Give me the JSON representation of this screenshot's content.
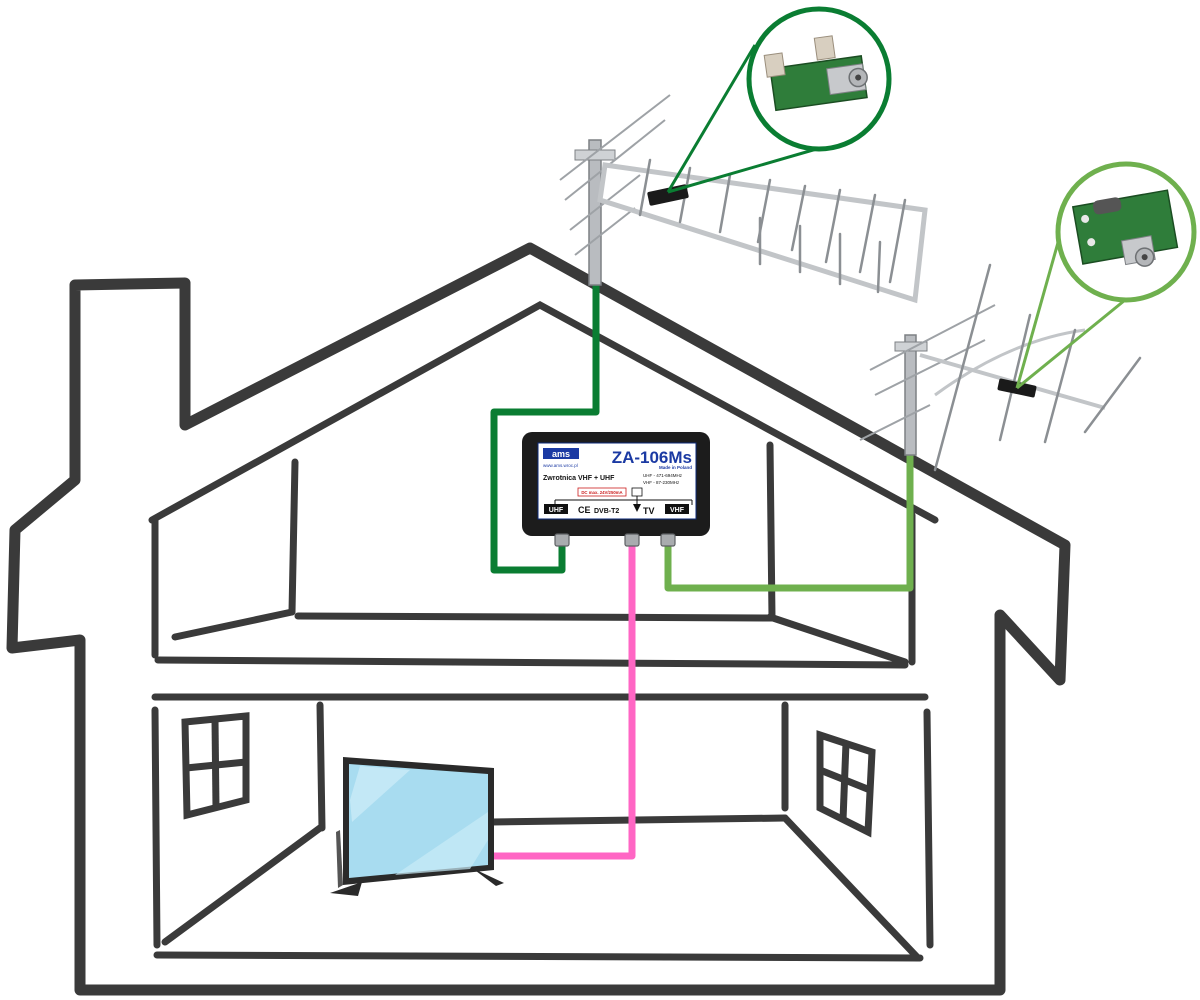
{
  "device": {
    "brand": "ams",
    "model": "ZA-106Ms",
    "made_in": "Made in Poland",
    "website": "www.ams.wroc.pl",
    "description": "Zwrotnica VHF + UHF",
    "spec_uhf": "UHF - 471-694MHz",
    "spec_vhf": "VHF - 87-230MHz",
    "dc_note": "DC max. 24V/250mA",
    "port_uhf": "UHF",
    "port_tv": "TV",
    "port_vhf": "VHF",
    "ce_mark": "CE",
    "dvb_mark": "DVB-T2"
  },
  "colors": {
    "house_outline": "#3a3a3a",
    "uhf_cable": "#0a7d32",
    "vhf_cable": "#6fb04e",
    "tv_cable": "#ff66c4",
    "device_body": "#1c1c1c",
    "tv_screen": "#a8dcf0"
  },
  "icons": {
    "uhf_antenna": "yagi-uhf-antenna",
    "vhf_antenna": "yagi-vhf-antenna",
    "uhf_amplifier_zoom": "pcb-module-zoom",
    "vhf_amplifier_zoom": "pcb-module-zoom",
    "television": "flat-tv"
  }
}
